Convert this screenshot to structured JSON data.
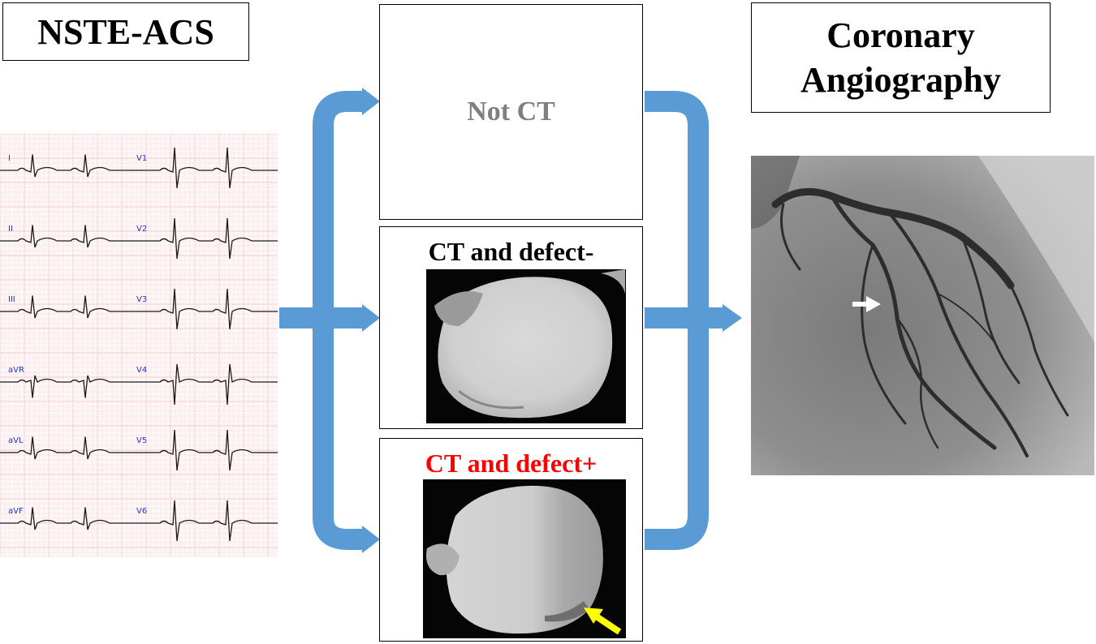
{
  "left_title": "NSTE-ACS",
  "right_title": "Coronary Angiography",
  "pathways": [
    {
      "label": "Not CT",
      "color": "#7f7f7f"
    },
    {
      "label": "CT and defect-",
      "color": "#000000"
    },
    {
      "label": "CT and defect+",
      "color": "#ff0000"
    }
  ],
  "ecg_leads": [
    "I",
    "II",
    "III",
    "aVR",
    "aVL",
    "aVF",
    "V1",
    "V2",
    "V3",
    "V4",
    "V5",
    "V6"
  ],
  "colors": {
    "arrow": "#5b9bd5",
    "ecg_grid": "#f2b4b4",
    "ecg_lead_label": "#2233cc",
    "defect_arrow": "#ffff00"
  }
}
